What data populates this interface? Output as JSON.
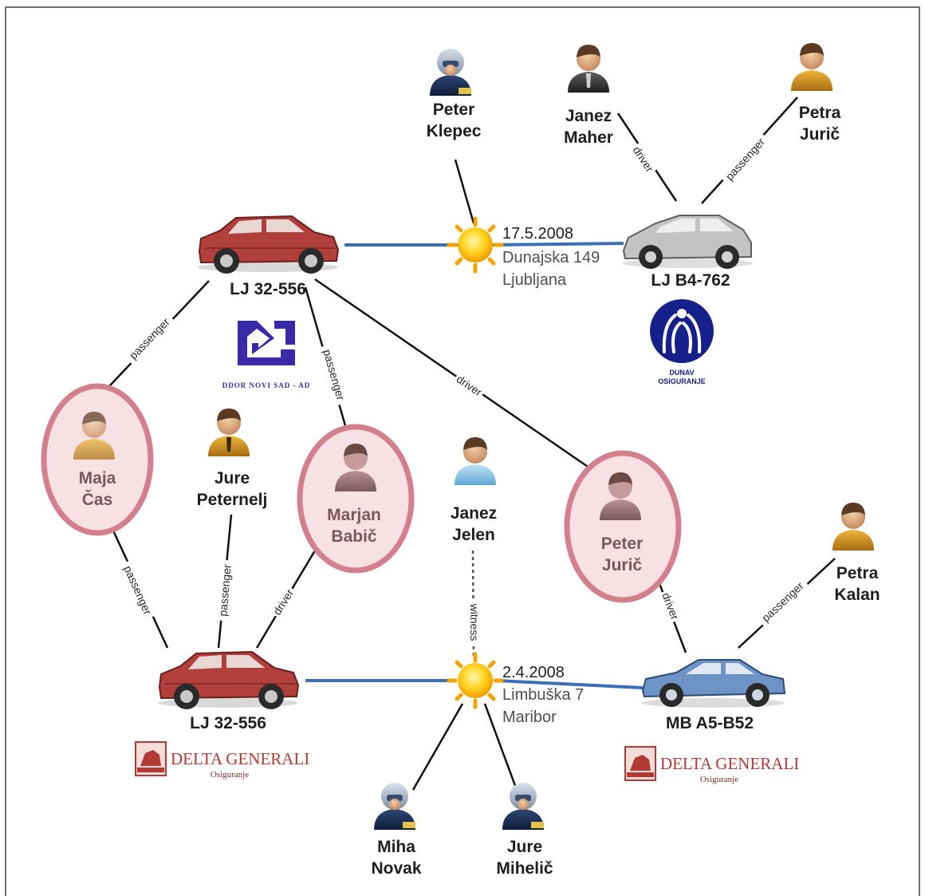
{
  "people": {
    "peter_klepec": {
      "line1": "Peter",
      "line2": "Klepec",
      "icon": "police-officer-icon"
    },
    "janez_maher": {
      "line1": "Janez",
      "line2": "Maher",
      "icon": "person-icon"
    },
    "petra_juric": {
      "line1": "Petra",
      "line2": "Jurič",
      "icon": "person-icon"
    },
    "maja_cas": {
      "line1": "Maja",
      "line2": "Čas",
      "icon": "person-icon",
      "suspicious": true
    },
    "jure_peternelj": {
      "line1": "Jure",
      "line2": "Peternelj",
      "icon": "person-icon"
    },
    "marjan_babic": {
      "line1": "Marjan",
      "line2": "Babič",
      "icon": "person-icon",
      "suspicious": true
    },
    "janez_jelen": {
      "line1": "Janez",
      "line2": "Jelen",
      "icon": "person-icon"
    },
    "peter_juric": {
      "line1": "Peter",
      "line2": "Jurič",
      "icon": "person-icon",
      "suspicious": true
    },
    "petra_kalan": {
      "line1": "Petra",
      "line2": "Kalan",
      "icon": "person-icon"
    },
    "miha_novak": {
      "line1": "Miha",
      "line2": "Novak",
      "icon": "police-officer-icon"
    },
    "jure_mihelic": {
      "line1": "Jure",
      "line2": "Mihelič",
      "icon": "police-officer-icon"
    }
  },
  "vehicles": {
    "car_top_left": {
      "plate": "LJ 32-556",
      "color": "#b13f3c",
      "icon": "suv-icon"
    },
    "car_top_right": {
      "plate": "LJ B4-762",
      "color": "#b9b9b9",
      "icon": "hatchback-icon"
    },
    "car_bottom_left": {
      "plate": "LJ 32-556",
      "color": "#b13f3c",
      "icon": "suv-icon"
    },
    "car_bottom_right": {
      "plate": "MB A5-B52",
      "color": "#6e93c6",
      "icon": "sedan-icon"
    }
  },
  "accidents": {
    "top": {
      "date": "17.5.2008",
      "street": "Dunajska 149",
      "city": "Ljubljana",
      "icon": "accident-sun-icon"
    },
    "bottom": {
      "date": "2.4.2008",
      "street": "Limbuška 7",
      "city": "Maribor",
      "icon": "accident-sun-icon"
    }
  },
  "edge_labels": {
    "driver": "driver",
    "passenger": "passenger",
    "witness": "witness"
  },
  "logos": {
    "ddor": {
      "text": "DDOR NOVI SAD - AD",
      "color": "#3b2aa8"
    },
    "dunav": {
      "line1": "DUNAV",
      "line2": "OSIGURANJE",
      "color": "#15208a"
    },
    "delta_left": {
      "name": "DELTA GENERALI",
      "sub": "Osiguranje",
      "color": "#b23a34"
    },
    "delta_right": {
      "name": "DELTA GENERALI",
      "sub": "Osiguranje",
      "color": "#b23a34"
    }
  },
  "colors": {
    "suspicious_ring": "#d47f8d",
    "suspicious_fill": "#f7e1e5",
    "collision_line": "#3d6fb6",
    "link_line": "#111111"
  }
}
